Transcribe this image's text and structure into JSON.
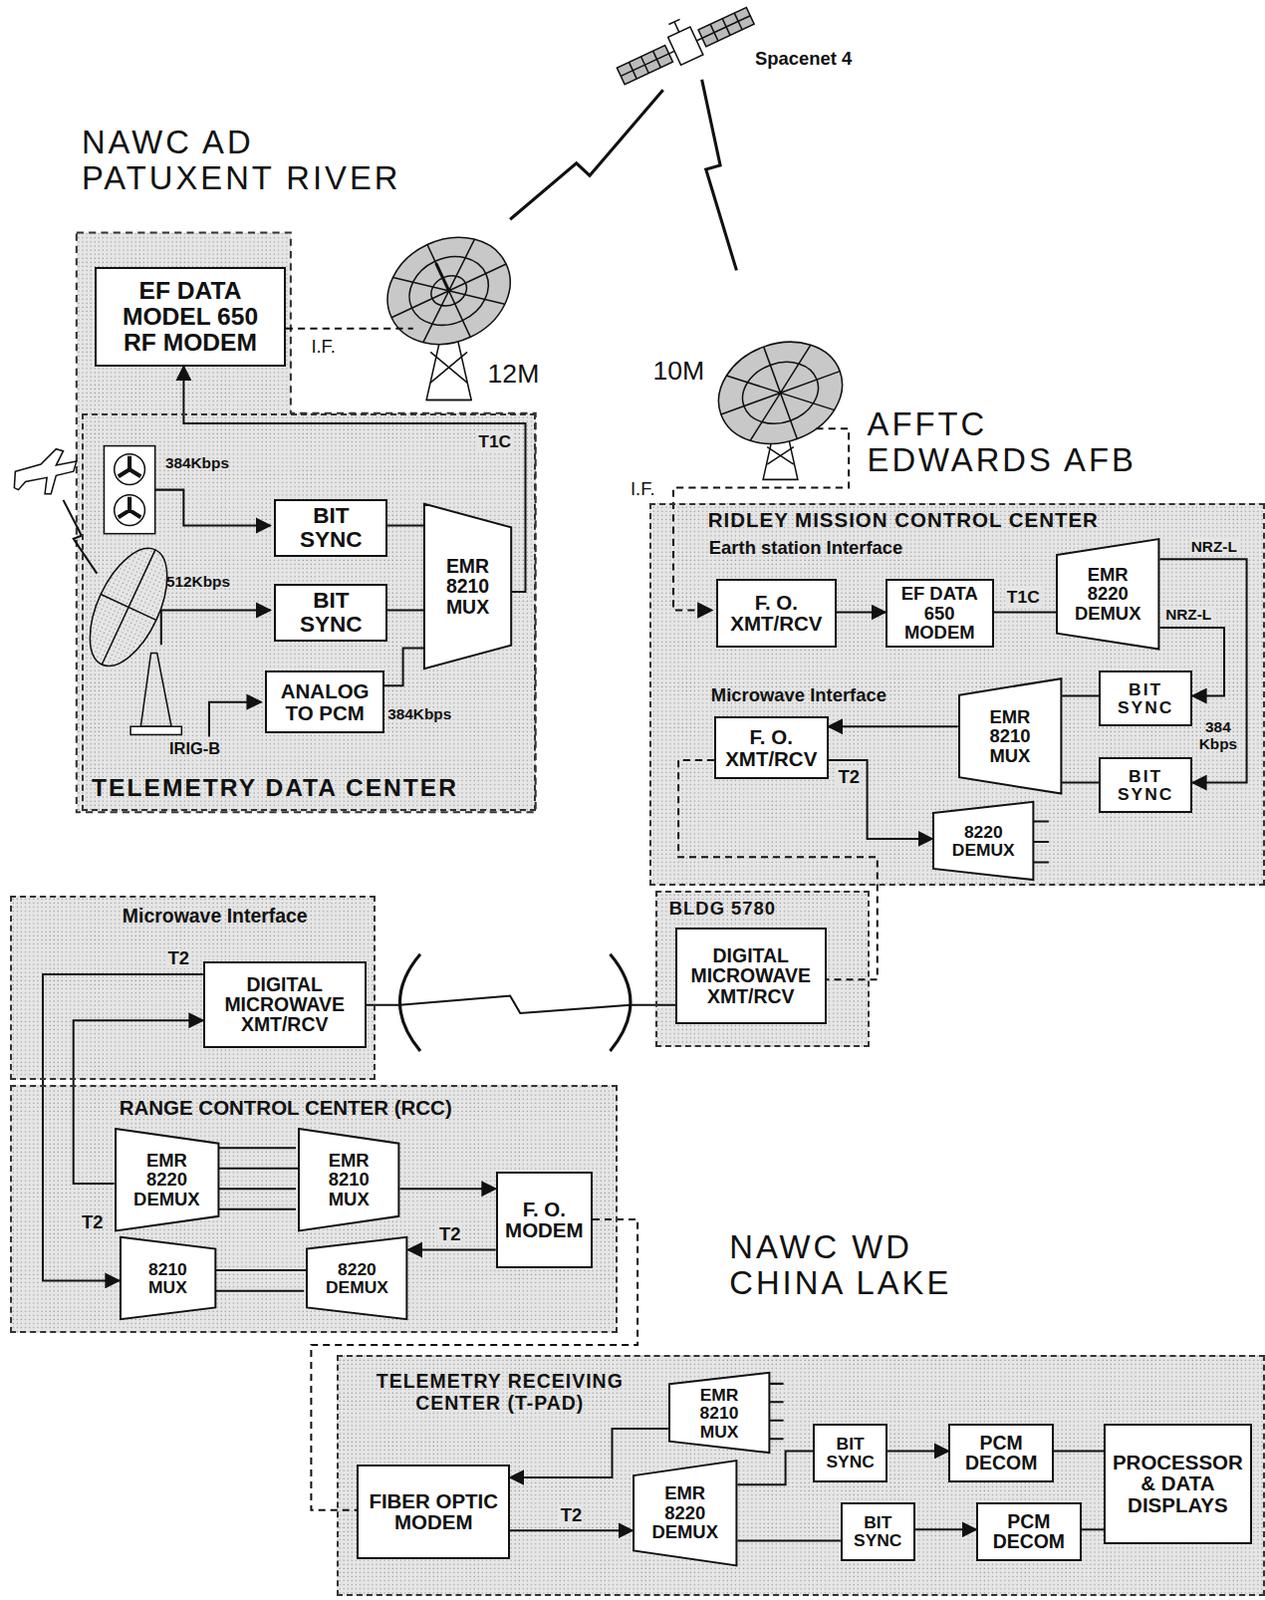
{
  "diagram": {
    "nodes": [
      {
        "text": [
          "NAWC AD PATUXENT RIVER"
        ]
      },
      {
        "text": [
          "EF DATA MODEL 650 RF MODEM"
        ],
        "in": 0
      },
      {
        "text": [
          "TELEMETRY DATA CENTER"
        ],
        "in": 0
      },
      {
        "text": [
          "BIT SYNC"
        ],
        "in": 2
      },
      {
        "text": [
          "BIT SYNC"
        ],
        "in": 2
      },
      {
        "text": [
          "ANALOG TO PCM"
        ],
        "in": 2
      },
      {
        "text": [
          "EMR 8210 MUX"
        ],
        "in": 2
      },
      {
        "text": [
          "RIDLEY MISSION CONTROL CENTER"
        ]
      },
      {
        "text": [
          "F. O. XMT/RCV"
        ],
        "in": 7
      },
      {
        "text": [
          "EF DATA 650 MODEM"
        ],
        "in": 7
      },
      {
        "text": [
          "EMR 8220 DEMUX"
        ],
        "in": 7
      },
      {
        "text": [
          "BIT SYNC"
        ],
        "in": 7
      },
      {
        "text": [
          "BIT SYNC"
        ],
        "in": 7
      },
      {
        "text": [
          "F. O. XMT/RCV"
        ],
        "in": 7
      },
      {
        "text": [
          "EMR 8210 MUX"
        ],
        "in": 7
      },
      {
        "text": [
          "8220 DEMUX"
        ],
        "in": 7
      },
      {
        "text": [
          "BLDG 5780"
        ]
      },
      {
        "text": [
          "DIGITAL MICROWAVE XMT/RCV"
        ],
        "in": 16
      },
      {
        "text": [
          "Microwave Interface"
        ]
      },
      {
        "text": [
          "DIGITAL MICROWAVE XMT/RCV"
        ],
        "in": 18
      },
      {
        "text": [
          "RANGE CONTROL CENTER (RCC)"
        ]
      },
      {
        "text": [
          "EMR 8220 DEMUX"
        ],
        "in": 20
      },
      {
        "text": [
          "8210 MUX"
        ],
        "in": 20
      },
      {
        "text": [
          "EMR 8210 MUX"
        ],
        "in": 20
      },
      {
        "text": [
          "8220 DEMUX"
        ],
        "in": 20
      },
      {
        "text": [
          "F. O. MODEM"
        ],
        "in": 20
      },
      {
        "text": [
          "TELEMETRY RECEIVING CENTER (T-PAD)"
        ]
      },
      {
        "text": [
          "FIBER OPTIC MODEM"
        ],
        "in": 26
      },
      {
        "text": [
          "EMR 8210 MUX"
        ],
        "in": 26
      },
      {
        "text": [
          "EMR 8220 DEMUX"
        ],
        "in": 26
      },
      {
        "text": [
          "BIT SYNC"
        ],
        "in": 26
      },
      {
        "text": [
          "BIT SYNC"
        ],
        "in": 26
      },
      {
        "text": [
          "PCM DECOM"
        ],
        "in": 26
      },
      {
        "text": [
          "PCM DECOM"
        ],
        "in": 26
      },
      {
        "text": [
          "PROCESSOR & DATA DISPLAYS"
        ],
        "in": 26
      }
    ],
    "edges": [
      {
        "from": 3,
        "to": 6,
        "arrow": "none"
      },
      {
        "from": 4,
        "to": 6,
        "arrow": "none"
      },
      {
        "from": 5,
        "to": 6,
        "arrow": "none"
      },
      {
        "from": 6,
        "to": 1,
        "label": "T1C",
        "arrow": "to"
      },
      {
        "from": 8,
        "to": 9,
        "arrow": "to"
      },
      {
        "from": 9,
        "to": 10,
        "label": "T1C",
        "arrow": "none"
      },
      {
        "from": 10,
        "to": 12,
        "label": "NRZ-L",
        "arrow": "to"
      },
      {
        "from": 10,
        "to": 11,
        "label": "NRZ-L",
        "arrow": "to"
      },
      {
        "from": 11,
        "to": 14,
        "arrow": "none"
      },
      {
        "from": 12,
        "to": 14,
        "arrow": "none"
      },
      {
        "from": 14,
        "to": 13,
        "arrow": "to"
      },
      {
        "from": 13,
        "to": 15,
        "label": "T2",
        "arrow": "to"
      },
      {
        "from": 13,
        "to": 17,
        "arrow": "none"
      },
      {
        "from": 19,
        "to": 17,
        "arrow": "none"
      },
      {
        "from": 21,
        "to": 19,
        "arrow": "to"
      },
      {
        "from": 19,
        "to": 22,
        "label": "T2",
        "arrow": "to"
      },
      {
        "from": 21,
        "to": 23,
        "arrow": "none"
      },
      {
        "from": 24,
        "to": 22,
        "arrow": "none"
      },
      {
        "from": 23,
        "to": 25,
        "arrow": "to"
      },
      {
        "from": 25,
        "to": 24,
        "label": "T2",
        "arrow": "to"
      },
      {
        "from": 25,
        "to": 27,
        "arrow": "none"
      },
      {
        "from": 28,
        "to": 27,
        "arrow": "to"
      },
      {
        "from": 27,
        "to": 29,
        "label": "T2",
        "arrow": "to"
      },
      {
        "from": 29,
        "to": 30,
        "arrow": "none"
      },
      {
        "from": 29,
        "to": 31,
        "arrow": "none"
      },
      {
        "from": 30,
        "to": 32,
        "arrow": "to"
      },
      {
        "from": 31,
        "to": 33,
        "arrow": "to"
      },
      {
        "from": 32,
        "to": 34,
        "arrow": "none"
      },
      {
        "from": 33,
        "to": 34,
        "arrow": "none"
      }
    ],
    "labels": [
      "Spacenet 4",
      "12M",
      "I.F.",
      "384Kbps",
      "512Kbps",
      "IRIG-B",
      "384Kbps",
      "10M",
      "AFFTC EDWARDS AFB",
      "I.F.",
      "Earth station Interface",
      "Microwave Interface",
      "384 Kbps",
      "T2",
      "NAWC WD CHINA LAKE"
    ]
  }
}
